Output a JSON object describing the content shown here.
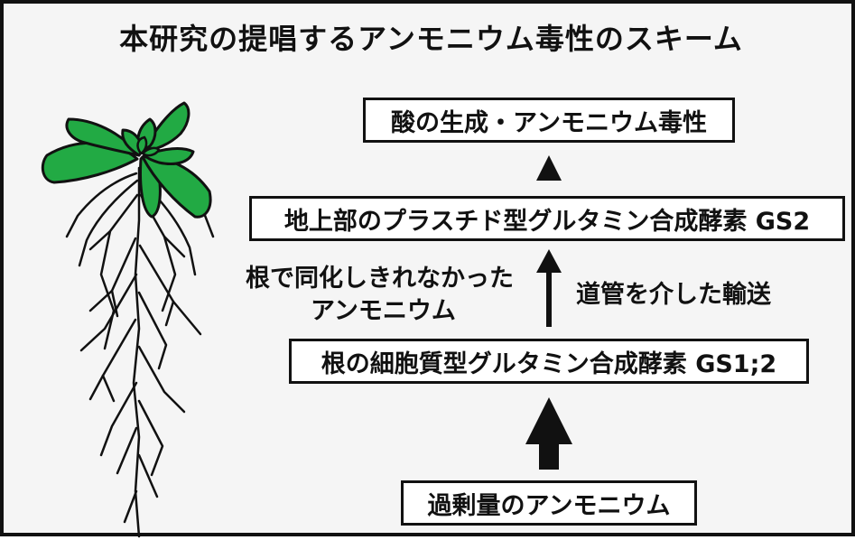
{
  "title": "本研究の提唱するアンモニウム毒性のスキーム",
  "boxes": {
    "acid": "酸の生成・アンモニウム毒性",
    "gs2": "地上部のプラスチド型グルタミン合成酵素 GS2",
    "gs1": "根の細胞質型グルタミン合成酵素 GS1;2",
    "excess": "過剰量のアンモニウム"
  },
  "labels": {
    "unassimilated_line1": "根で同化しきれなかった",
    "unassimilated_line2": "アンモニウム",
    "xylem_transport": "道管を介した輸送"
  },
  "colors": {
    "leaf": "#22aa44",
    "outline": "#111111",
    "background": "#f5f5f5"
  },
  "icons": [
    "plant-illustration",
    "root-system",
    "arrow-up-icon",
    "triangle-arrow-icon"
  ]
}
